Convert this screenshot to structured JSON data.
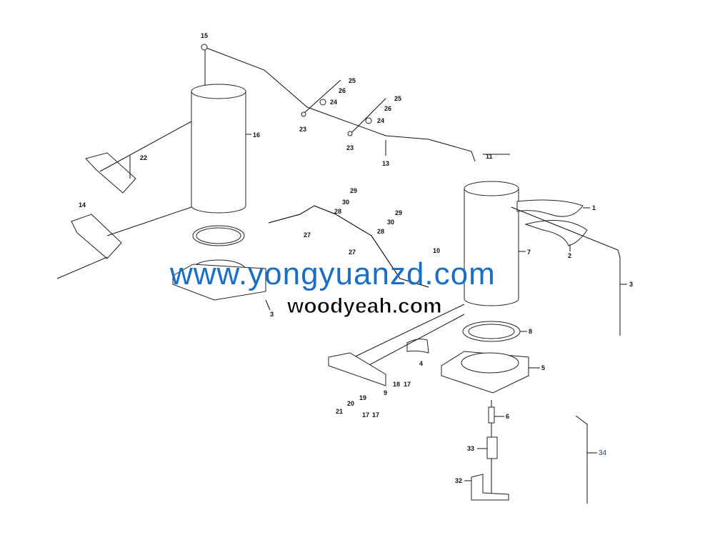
{
  "diagram": {
    "callouts": [
      "15",
      "25",
      "26",
      "24",
      "23",
      "25",
      "26",
      "24",
      "23",
      "13",
      "11",
      "16",
      "22",
      "14",
      "29",
      "30",
      "28",
      "27",
      "29",
      "30",
      "28",
      "27",
      "10",
      "1",
      "7",
      "2",
      "3",
      "8",
      "5",
      "4",
      "18",
      "17",
      "9",
      "19",
      "20",
      "21",
      "17",
      "17",
      "6",
      "33",
      "32",
      "34",
      "3"
    ],
    "line_color": "#222222"
  },
  "watermarks": {
    "primary": "www.yongyuanzd.com",
    "primary_color": "#1a6fc4",
    "secondary": "woodyeah.com"
  }
}
